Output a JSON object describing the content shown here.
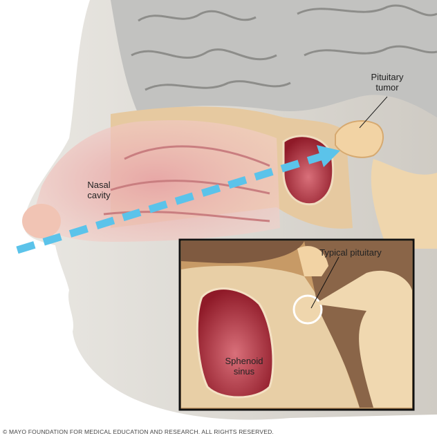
{
  "figure": {
    "labels": {
      "pituitary_tumor": "Pituitary tumor",
      "nasal_cavity": "Nasal cavity",
      "typical_pituitary": "Typical pituitary",
      "sphenoid_sinus": "Sphenoid sinus"
    },
    "copyright": "© MAYO FOUNDATION FOR MEDICAL EDUCATION AND RESEARCH. ALL RIGHTS RESERVED.",
    "colors": {
      "arrow": "#5bc3ea",
      "sinus": "#b3283a",
      "bone": "#e6c9a0",
      "brain": "#bdbdbb",
      "inset_border": "#111111"
    }
  }
}
